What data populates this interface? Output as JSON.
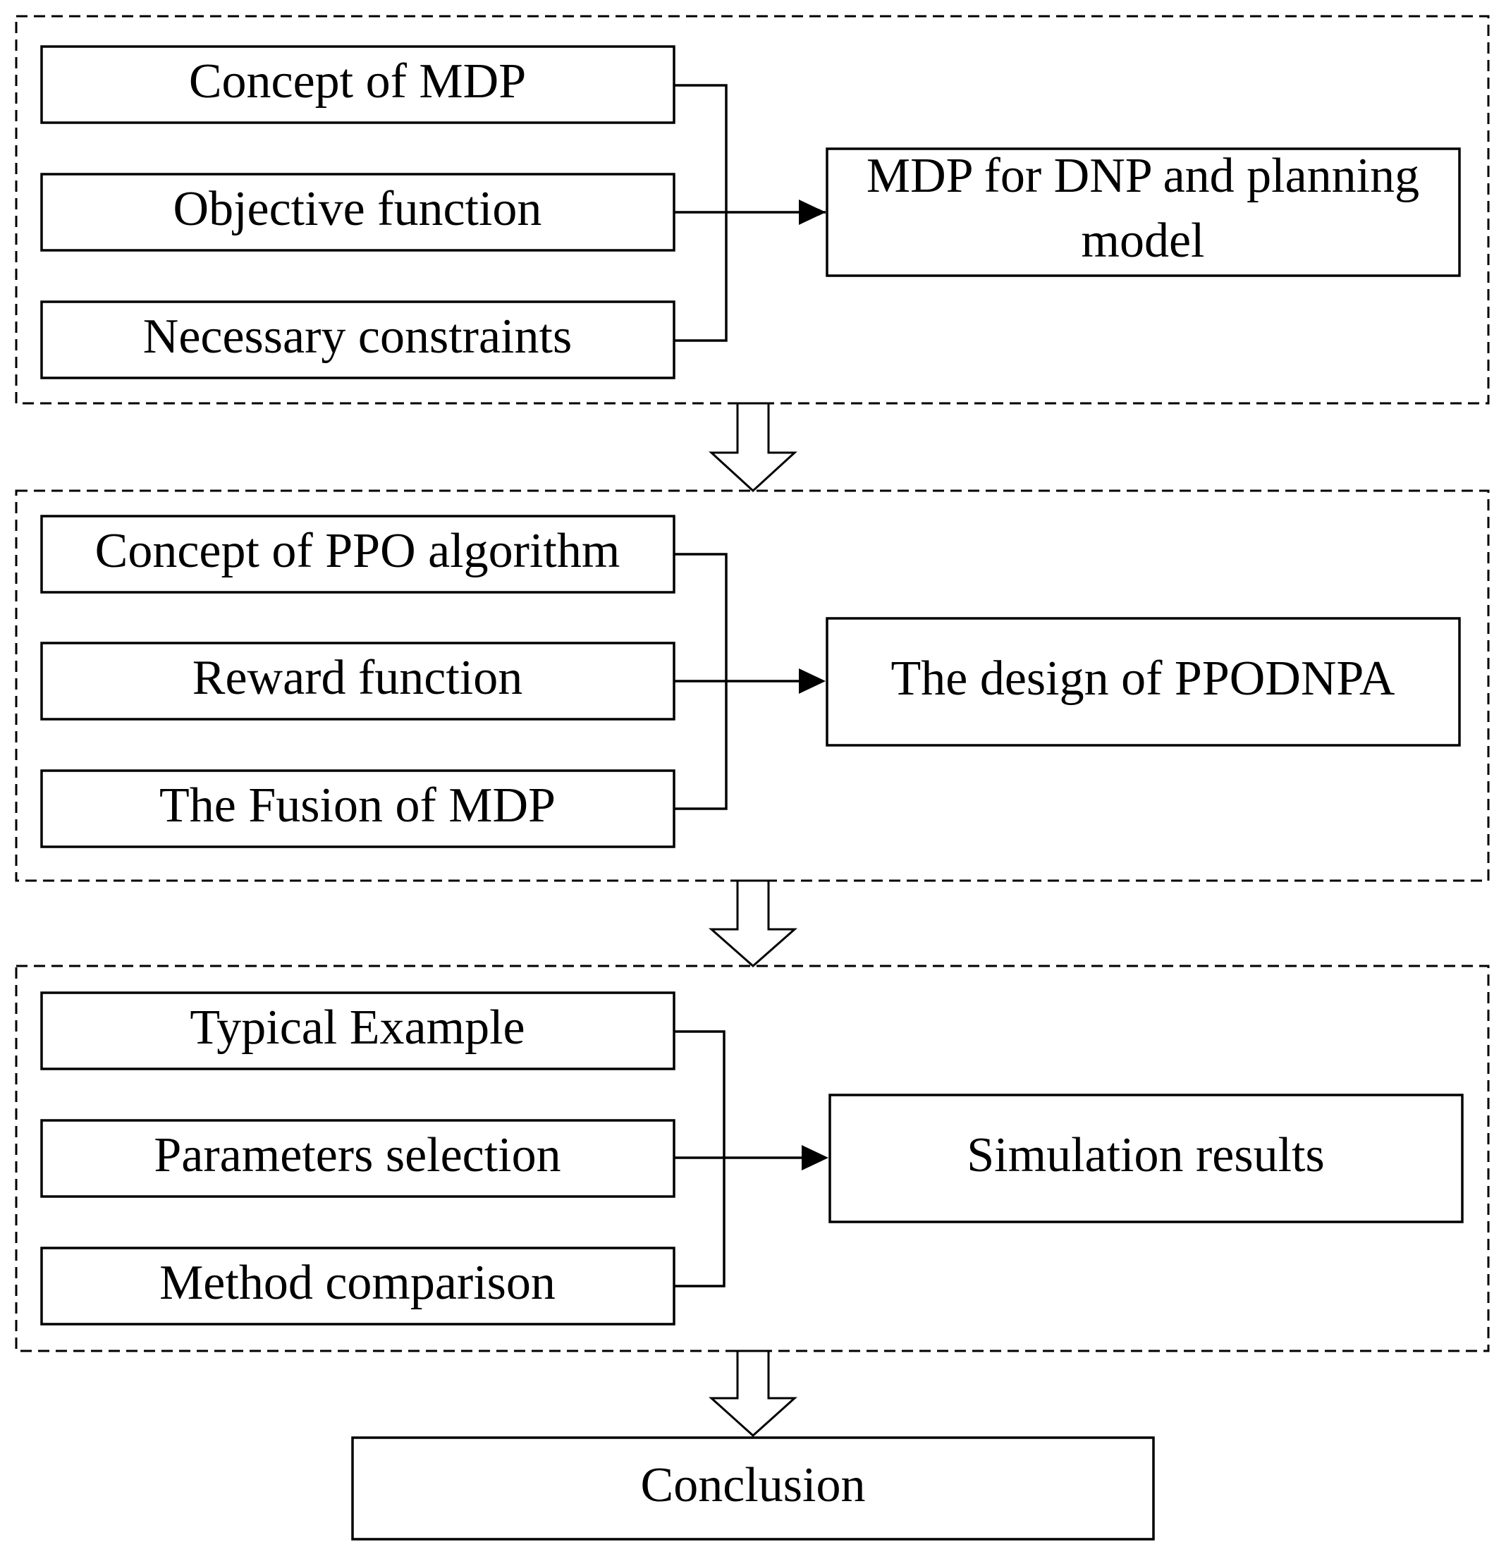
{
  "stages": [
    {
      "inputs": [
        "Concept of MDP",
        "Objective function",
        "Necessary constraints"
      ],
      "output": [
        "MDP for DNP and planning",
        "model"
      ]
    },
    {
      "inputs": [
        "Concept of PPO algorithm",
        "Reward function",
        "The Fusion of MDP"
      ],
      "output": [
        "The design of PPODNPA"
      ]
    },
    {
      "inputs": [
        "Typical Example",
        "Parameters selection",
        "Method comparison"
      ],
      "output": [
        "Simulation results"
      ]
    }
  ],
  "final": "Conclusion"
}
